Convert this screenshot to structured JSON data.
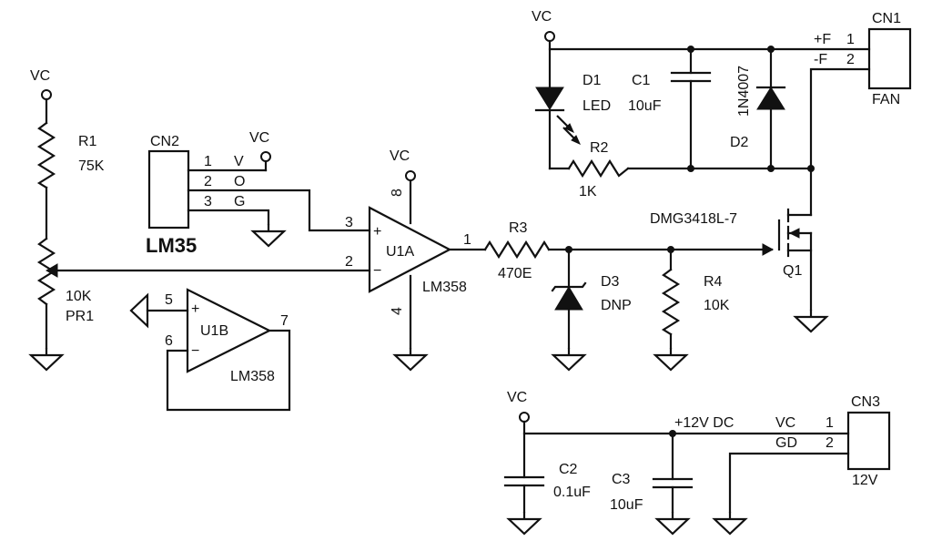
{
  "supply_labels": {
    "vc": "VC"
  },
  "r1": {
    "ref": "R1",
    "value": "75K"
  },
  "pr1": {
    "value": "10K",
    "ref": "PR1"
  },
  "cn2": {
    "ref": "CN2",
    "part": "LM35",
    "pins": [
      {
        "num": "1",
        "name": "V"
      },
      {
        "num": "2",
        "name": "O"
      },
      {
        "num": "3",
        "name": "G"
      }
    ]
  },
  "u1a": {
    "ref": "U1A",
    "part": "LM358",
    "pin_plus": "3",
    "pin_minus": "2",
    "pin_out": "1",
    "pin_vcc": "8",
    "pin_gnd": "4",
    "sym_plus": "+",
    "sym_minus": "−"
  },
  "u1b": {
    "ref": "U1B",
    "part": "LM358",
    "pin_plus": "5",
    "pin_minus": "6",
    "pin_out": "7",
    "sym_plus": "+",
    "sym_minus": "−"
  },
  "r3": {
    "ref": "R3",
    "value": "470E"
  },
  "d3": {
    "ref": "D3",
    "value": "DNP"
  },
  "r4": {
    "ref": "R4",
    "value": "10K"
  },
  "q1": {
    "part": "DMG3418L-7",
    "ref": "Q1"
  },
  "d1": {
    "ref": "D1",
    "value": "LED"
  },
  "r2": {
    "ref": "R2",
    "value": "1K"
  },
  "c1": {
    "ref": "C1",
    "value": "10uF"
  },
  "d2": {
    "ref": "D2",
    "value": "1N4007"
  },
  "cn1": {
    "ref": "CN1",
    "label": "FAN",
    "pins": [
      {
        "num": "1",
        "name": "+F"
      },
      {
        "num": "2",
        "name": "-F"
      }
    ]
  },
  "power": {
    "net": "+12V DC"
  },
  "c2": {
    "ref": "C2",
    "value": "0.1uF"
  },
  "c3": {
    "ref": "C3",
    "value": "10uF"
  },
  "cn3": {
    "ref": "CN3",
    "label": "12V",
    "pins": [
      {
        "num": "1",
        "name": "VC"
      },
      {
        "num": "2",
        "name": "GD"
      }
    ]
  }
}
